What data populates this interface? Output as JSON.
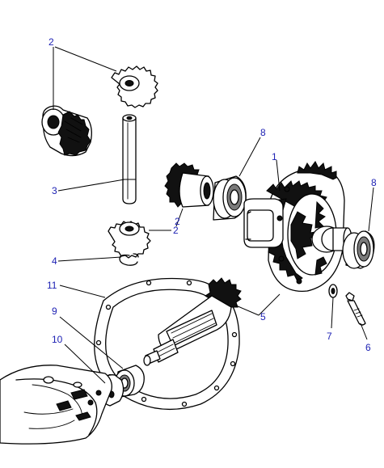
{
  "callouts": {
    "c1": "1",
    "c2a": "2",
    "c2b": "2",
    "c2c": "2",
    "c3": "3",
    "c4": "4",
    "c5": "5",
    "c6": "6",
    "c7": "7",
    "c8a": "8",
    "c8b": "8",
    "c9": "9",
    "c10": "10",
    "c11": "11"
  },
  "colors": {
    "callout": "#1e22b4",
    "ink": "#000000",
    "background": "#ffffff"
  }
}
